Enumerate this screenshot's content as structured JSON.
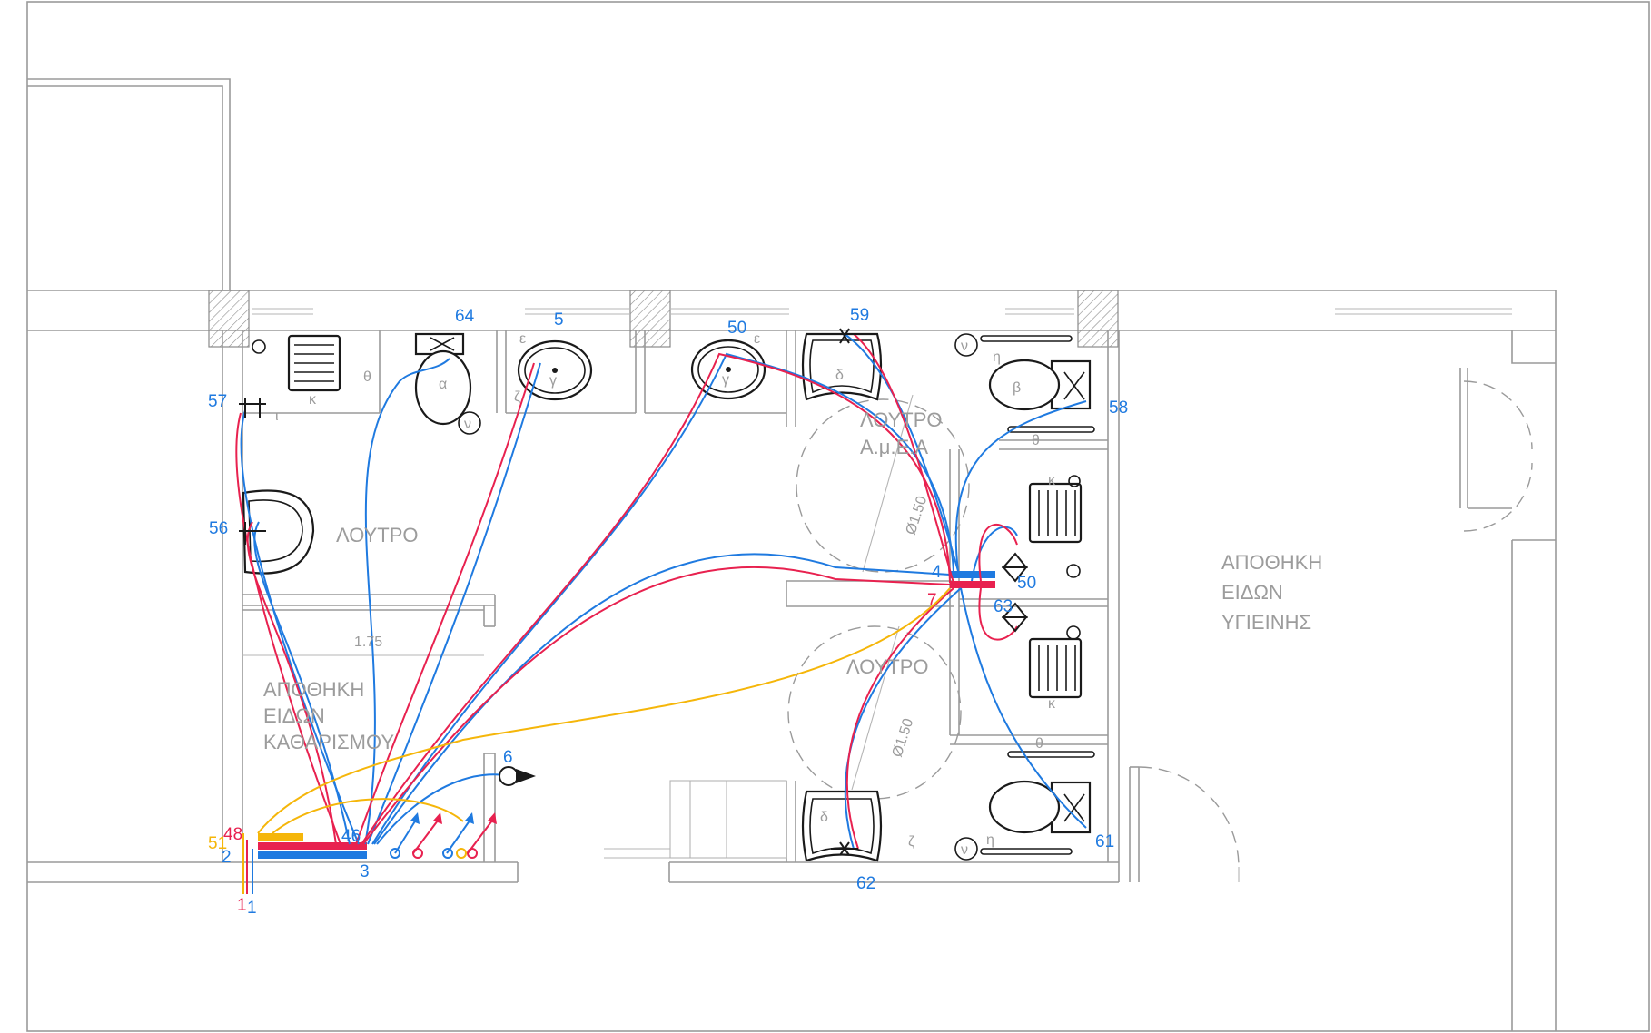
{
  "rooms": {
    "bath_left": "ΛΟΥΤΡΟ",
    "bath_amea_1": "ΛΟΥΤΡΟ",
    "bath_amea_2": "Α.μ.Ε.Α",
    "bath_lower": "ΛΟΥΤΡΟ",
    "cleaning_store_1": "ΑΠΟΘΗΚΗ",
    "cleaning_store_2": "ΕΙΔΩΝ",
    "cleaning_store_3": "ΚΑΘΑΡΙΣΜΟΥ",
    "sanitary_store_1": "ΑΠΟΘΗΚΗ",
    "sanitary_store_2": "ΕΙΔΩΝ",
    "sanitary_store_3": "ΥΓΙΕΙΝΗΣ"
  },
  "dimensions": {
    "turn_circle_1": "Ø1.50",
    "turn_circle_2": "Ø1.50",
    "corridor_width": "1.75"
  },
  "fixture_letters": {
    "theta": "θ",
    "kappa": "κ",
    "alpha": "α",
    "gamma": "γ",
    "epsilon": "ε",
    "zeta": "ζ",
    "delta": "δ",
    "eta": "η",
    "beta": "β",
    "iota": "ι",
    "nu": "ν"
  },
  "pipe_labels": {
    "p1a": "1",
    "p1b": "1",
    "p2": "2",
    "p3": "3",
    "p4": "4",
    "p6": "6",
    "p7": "7",
    "p46": "46",
    "p48": "48",
    "p50a": "50",
    "p50b": "50",
    "p51": "51",
    "p5": "5",
    "p56": "56",
    "p57": "57",
    "p58": "58",
    "p59": "59",
    "p61": "61",
    "p62": "62",
    "p63": "63",
    "p64": "64"
  },
  "colors": {
    "cold_water": "#1f7ae0",
    "hot_water": "#e8214f",
    "recirculation": "#f5b60a",
    "walls": "#9a9a9a",
    "room_text": "#9c9c9c"
  },
  "legend_icons": {
    "manifold": "manifold-icon",
    "valve": "valve-icon",
    "riser_arrow": "riser-arrow-icon",
    "outlet_pointer": "outlet-pointer-icon"
  }
}
